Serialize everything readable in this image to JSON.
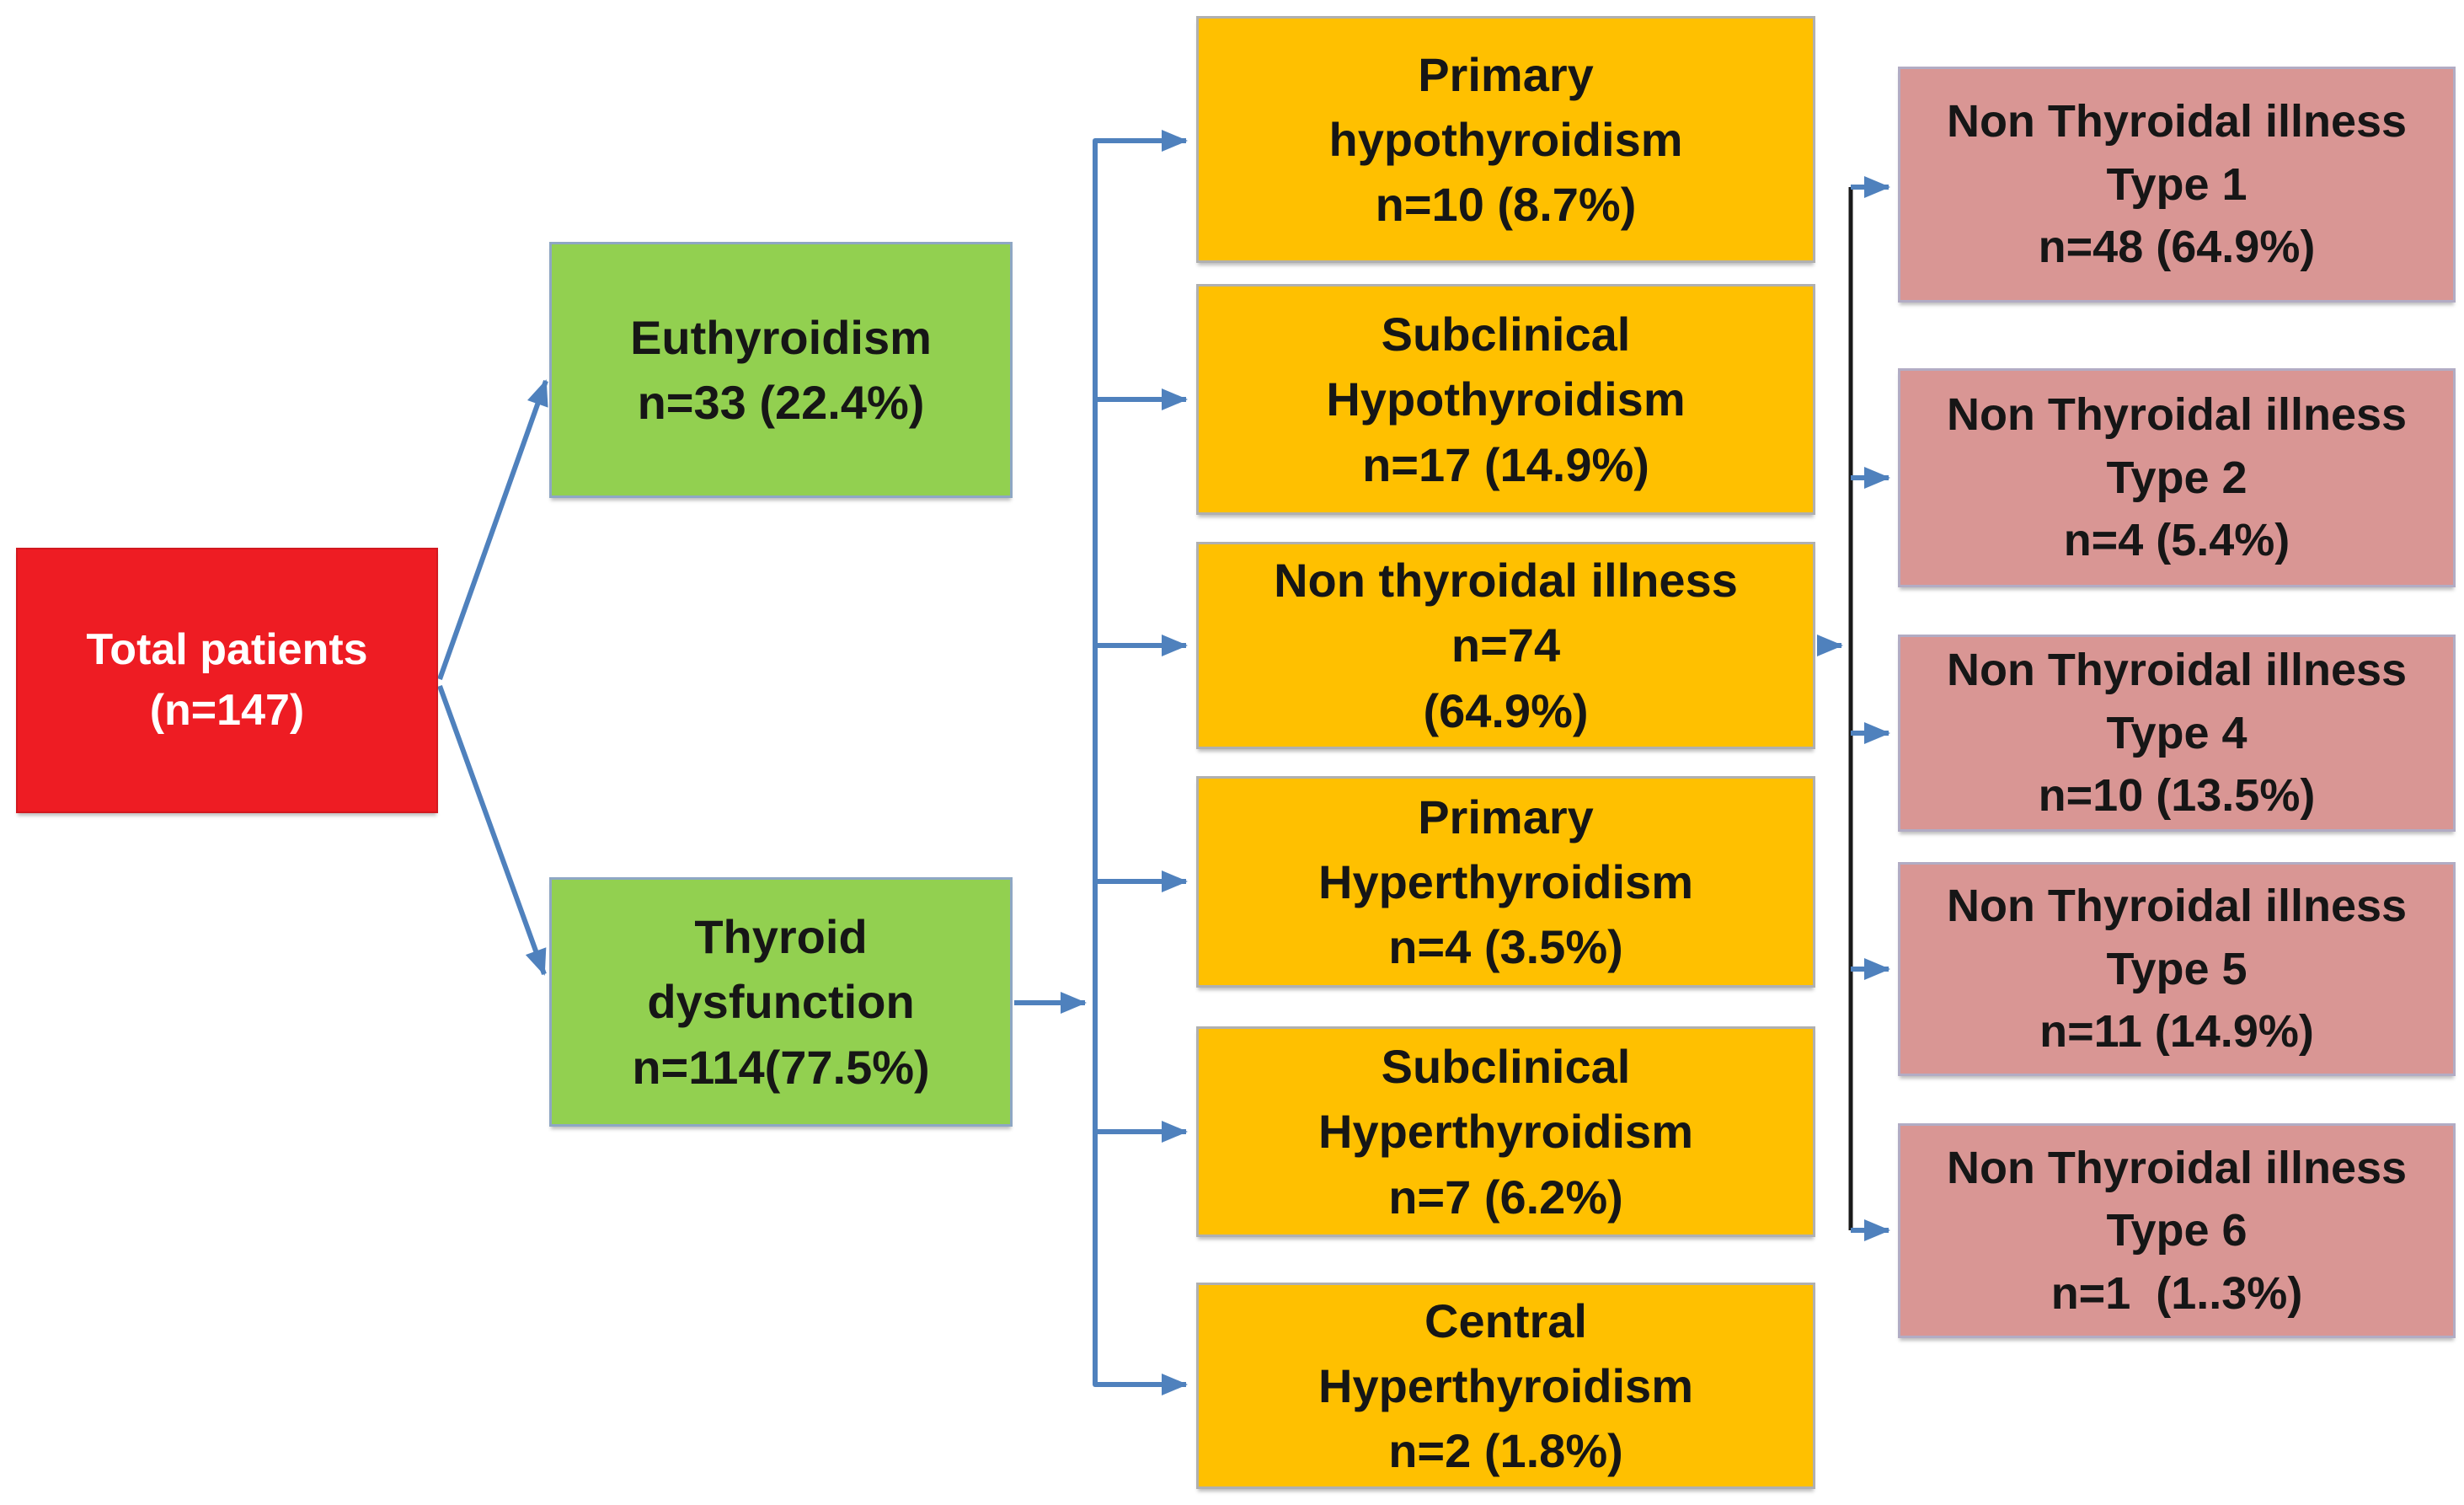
{
  "flowchart": {
    "description": "Patient thyroid status flow diagram",
    "colors": {
      "root_fill": "#ee1c23",
      "level1_fill": "#92d050",
      "level2_fill": "#ffc000",
      "level3_fill": "#d99694",
      "arrow_blue": "#4f81bd",
      "trunk_black": "#1a1a1a",
      "text_dark": "#161616",
      "text_light": "#ffffff"
    },
    "root": {
      "text": "Total patients\n(n=147)"
    },
    "level1": [
      {
        "text": "Euthyroidism\nn=33 (22.4%)"
      },
      {
        "text": "Thyroid\ndysfunction\nn=114(77.5%)"
      }
    ],
    "level2": [
      {
        "text": "Primary\nhypothyroidism\nn=10 (8.7%)"
      },
      {
        "text": "Subclinical\nHypothyroidism\nn=17 (14.9%)"
      },
      {
        "text": "Non thyroidal illness\nn=74\n(64.9%)"
      },
      {
        "text": "Primary\nHyperthyroidism\nn=4 (3.5%)"
      },
      {
        "text": "Subclinical\nHyperthyroidism\nn=7 (6.2%)"
      },
      {
        "text": "Central\nHyperthyroidism\nn=2 (1.8%)"
      }
    ],
    "level3": [
      {
        "text": "Non Thyroidal illness\nType 1\nn=48 (64.9%)"
      },
      {
        "text": "Non Thyroidal illness\nType 2\nn=4 (5.4%)"
      },
      {
        "text": "Non Thyroidal illness\nType 4\nn=10 (13.5%)"
      },
      {
        "text": "Non Thyroidal illness\nType 5\nn=11 (14.9%)"
      },
      {
        "text": "Non Thyroidal illness\nType 6\nn=1  (1..3%)"
      }
    ]
  }
}
